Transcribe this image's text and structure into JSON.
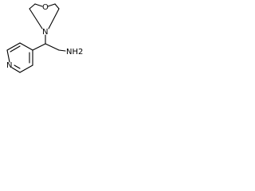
{
  "molecule": {
    "atoms": {
      "oxygen": "O",
      "morpholine_nitrogen": "N",
      "pyridine_nitrogen": "N",
      "amine": "NH2"
    }
  },
  "colors": {
    "bond": "#000000",
    "label": "#000000",
    "background": "#ffffff"
  }
}
